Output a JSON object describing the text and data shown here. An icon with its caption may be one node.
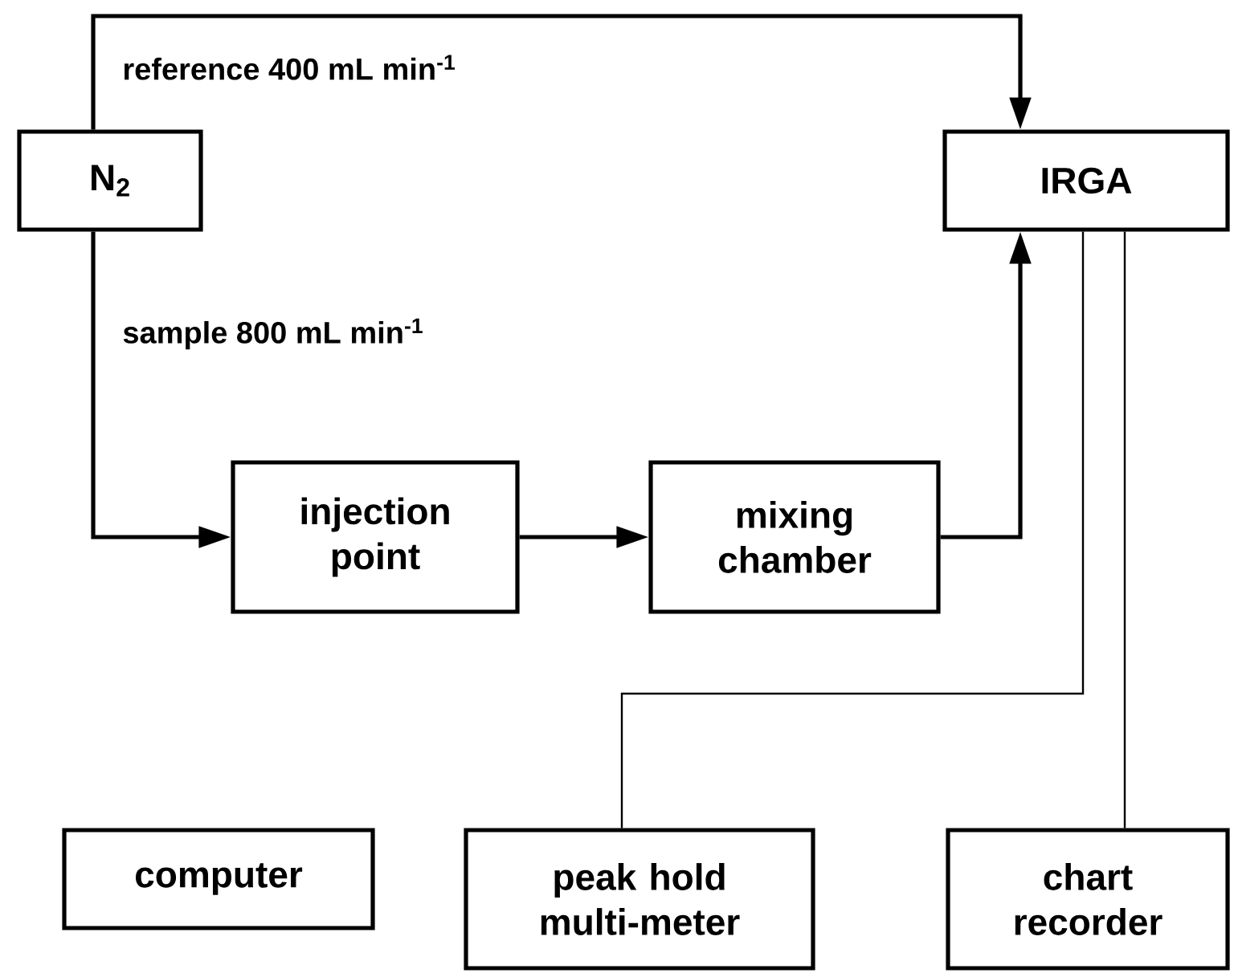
{
  "diagram": {
    "nodes": [
      {
        "text": [
          "N$_{2}$"
        ]
      },
      {
        "text": [
          "IRGA"
        ]
      },
      {
        "text": [
          "injection point"
        ]
      },
      {
        "text": [
          "mixing chamber"
        ]
      },
      {
        "text": [
          "computer"
        ]
      },
      {
        "text": [
          "peak hold multi-meter"
        ]
      },
      {
        "text": [
          "chart recorder"
        ]
      }
    ],
    "edges": [
      {
        "from": 0,
        "to": 1,
        "arrow": "to",
        "label": "reference 400 mL min$^{-1}$"
      },
      {
        "from": 0,
        "to": 2,
        "arrow": "to",
        "label": "sample 800 mL min$^{-1}$"
      },
      {
        "from": 2,
        "to": 3,
        "arrow": "to"
      },
      {
        "from": 3,
        "to": 1,
        "arrow": "to"
      },
      {
        "from": 1,
        "to": 5,
        "arrow": "none"
      },
      {
        "from": 1,
        "to": 6,
        "arrow": "none"
      }
    ]
  }
}
